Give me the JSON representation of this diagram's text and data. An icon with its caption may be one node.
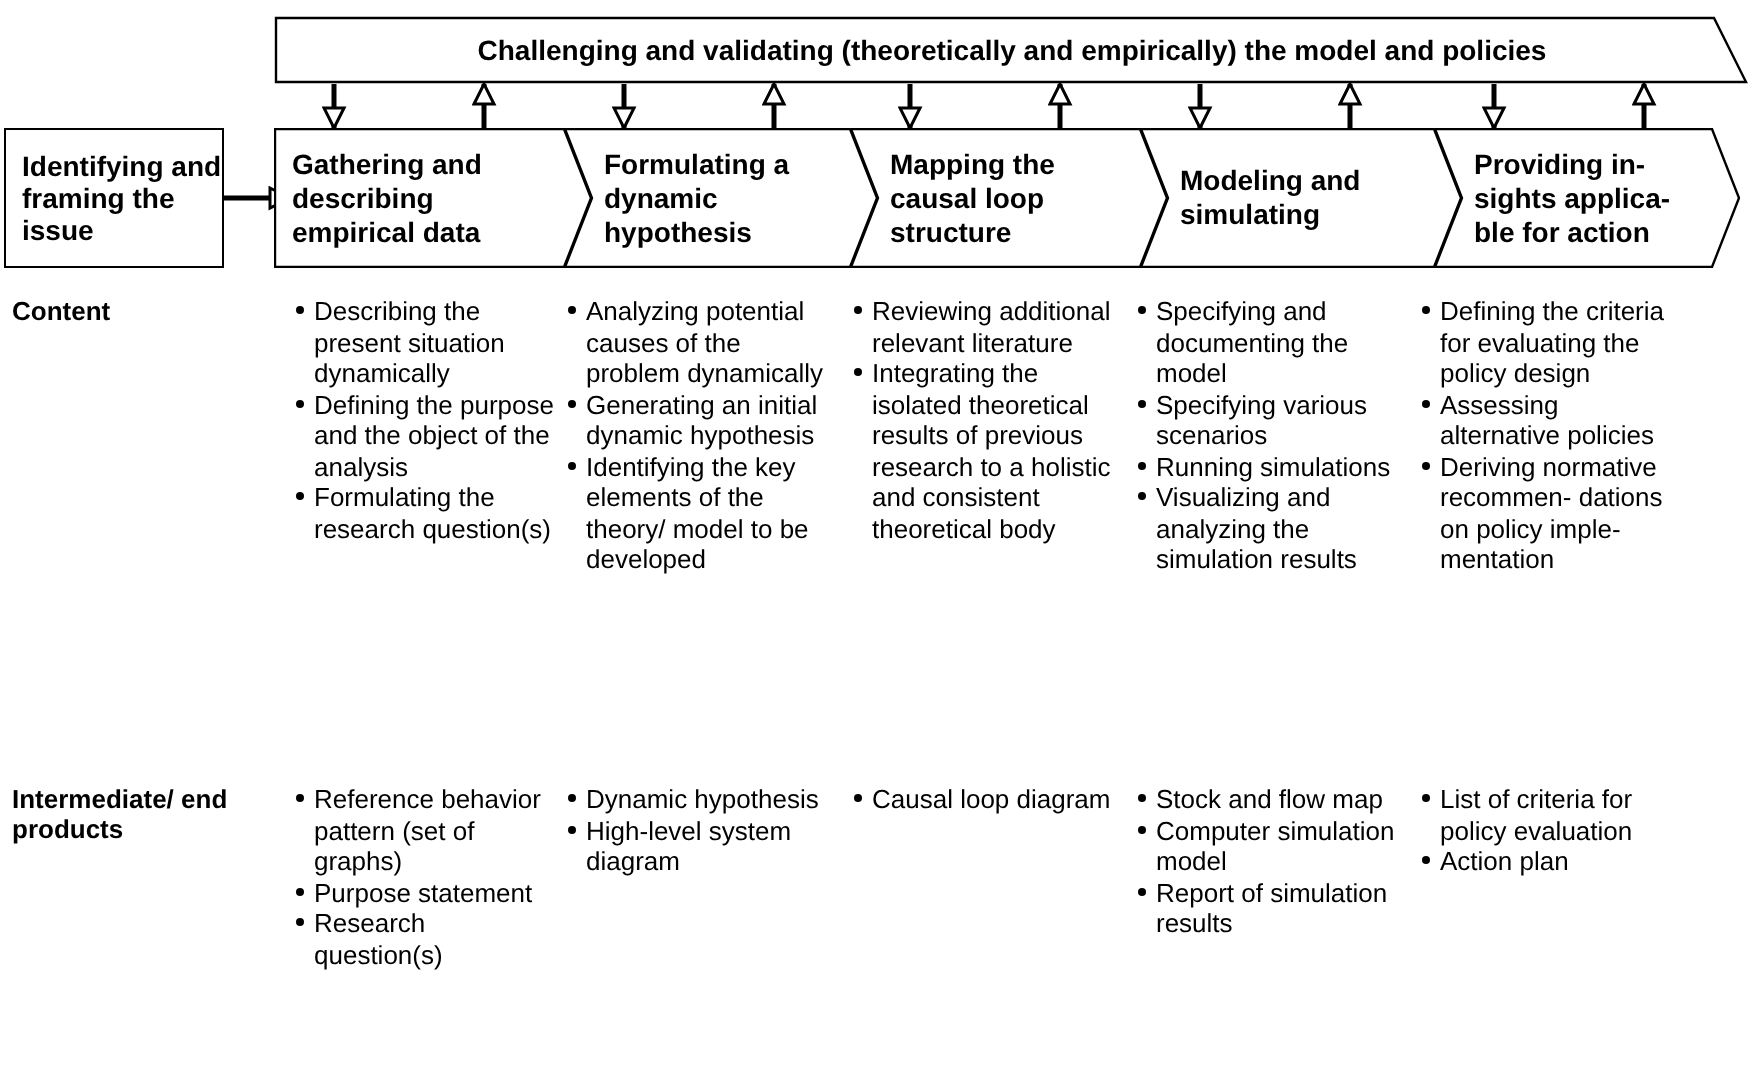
{
  "diagram": {
    "nodes": [
      {
        "text": [
          "Challenging and validating (theoretically and empirically) the model and policies"
        ]
      },
      {
        "text": [
          "Identifying and framing the issue"
        ]
      },
      {
        "text": [
          "Gathering and describing empirical data"
        ]
      },
      {
        "text": [
          "Formulating a dynamic hypothesis"
        ]
      },
      {
        "text": [
          "Mapping the causal loop structure"
        ]
      },
      {
        "text": [
          "Modeling and simulating"
        ]
      },
      {
        "text": [
          "Providing in- sights applica- ble for action"
        ]
      }
    ],
    "edges": [
      {
        "from": 1,
        "to": 2,
        "arrow": "to"
      },
      {
        "from": 0,
        "to": 2,
        "arrow": "to"
      },
      {
        "from": 2,
        "to": 0,
        "arrow": "to"
      },
      {
        "from": 0,
        "to": 3,
        "arrow": "to"
      },
      {
        "from": 3,
        "to": 0,
        "arrow": "to"
      },
      {
        "from": 0,
        "to": 4,
        "arrow": "to"
      },
      {
        "from": 4,
        "to": 0,
        "arrow": "to"
      },
      {
        "from": 0,
        "to": 5,
        "arrow": "to"
      },
      {
        "from": 5,
        "to": 0,
        "arrow": "to"
      },
      {
        "from": 0,
        "to": 6,
        "arrow": "to"
      },
      {
        "from": 6,
        "to": 0,
        "arrow": "to"
      }
    ],
    "labels": [
      "Content",
      "Describing the present situation dynamically",
      "Defining the purpose and the object of the analysis",
      "Formulating the research question(s)",
      "Analyzing potential causes of the problem dynamically",
      "Generating an initial dynamic hypothesis",
      "Identifying the key elements of the theory/ model to be developed",
      "Reviewing additional relevant literature",
      "Integrating the isolated theoretical results of previous research to a holistic and consistent theoretical body",
      "Specifying and documenting the model",
      "Specifying various scenarios",
      "Running simulations",
      "Visualizing and analyzing the simulation results",
      "Defining the criteria for evaluating the policy design",
      "Assessing alternative policies",
      "Deriving normative recommen- dations on policy imple- mentation",
      "Intermediate/ end products",
      "Reference behavior pattern (set of graphs)",
      "Purpose statement",
      "Research question(s)",
      "Dynamic hypothesis",
      "High-level system diagram",
      "Causal loop diagram",
      "Stock and flow map",
      "Computer simulation model",
      "Report of simulation results",
      "List of criteria for policy evaluation",
      "Action plan"
    ]
  }
}
